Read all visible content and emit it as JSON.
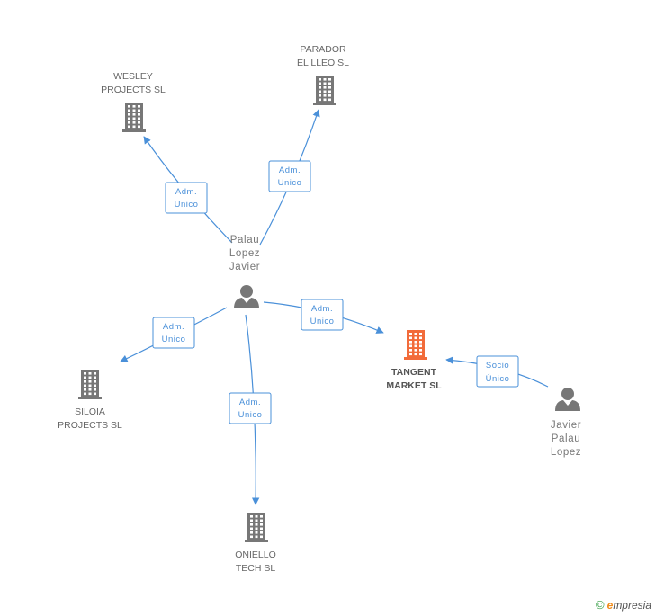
{
  "nodes": {
    "wesley": {
      "label": [
        "WESLEY",
        "PROJECTS SL"
      ],
      "kind": "company"
    },
    "parador": {
      "label": [
        "PARADOR",
        "EL LLEO SL"
      ],
      "kind": "company"
    },
    "siloia": {
      "label": [
        "SILOIA",
        "PROJECTS SL"
      ],
      "kind": "company"
    },
    "oniello": {
      "label": [
        "ONIELLO",
        "TECH SL"
      ],
      "kind": "company"
    },
    "tangent": {
      "label": [
        "TANGENT",
        "MARKET SL"
      ],
      "kind": "company-main"
    },
    "palau": {
      "label": [
        "Palau",
        "Lopez",
        "Javier"
      ],
      "kind": "person"
    },
    "javier": {
      "label": [
        "Javier",
        "Palau",
        "Lopez"
      ],
      "kind": "person"
    }
  },
  "edges": [
    {
      "from": "palau",
      "to": "wesley",
      "label": [
        "Adm.",
        "Unico"
      ]
    },
    {
      "from": "palau",
      "to": "parador",
      "label": [
        "Adm.",
        "Unico"
      ]
    },
    {
      "from": "palau",
      "to": "siloia",
      "label": [
        "Adm.",
        "Unico"
      ]
    },
    {
      "from": "palau",
      "to": "oniello",
      "label": [
        "Adm.",
        "Unico"
      ]
    },
    {
      "from": "palau",
      "to": "tangent",
      "label": [
        "Adm.",
        "Unico"
      ]
    },
    {
      "from": "javier",
      "to": "tangent",
      "label": [
        "Socio",
        "Único"
      ]
    }
  ],
  "colors": {
    "edge": "#4a90d9",
    "company": "#777777",
    "company_main": "#f26b3a",
    "person": "#777777"
  },
  "footer": {
    "copyright": "©",
    "brand_initial": "e",
    "brand_rest": "mpresia"
  }
}
